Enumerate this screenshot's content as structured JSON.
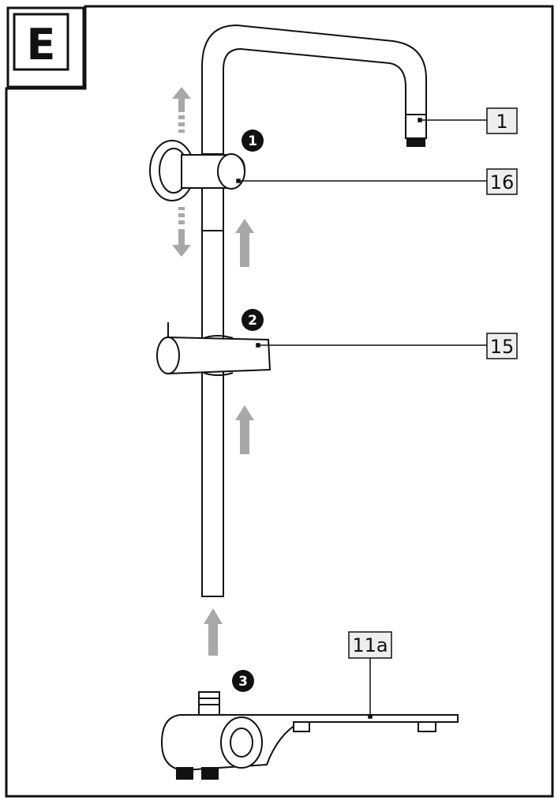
{
  "figure_badge": "E",
  "steps": [
    "1",
    "2",
    "3"
  ],
  "part_labels": {
    "shower_head_connector": "1",
    "wall_bracket_knob": "16",
    "slider_holder": "15",
    "mixer_bracket": "11a"
  },
  "colors": {
    "line": "#111111",
    "arrow_fill": "#a8a8a8",
    "label_box": "#eeeeee"
  }
}
